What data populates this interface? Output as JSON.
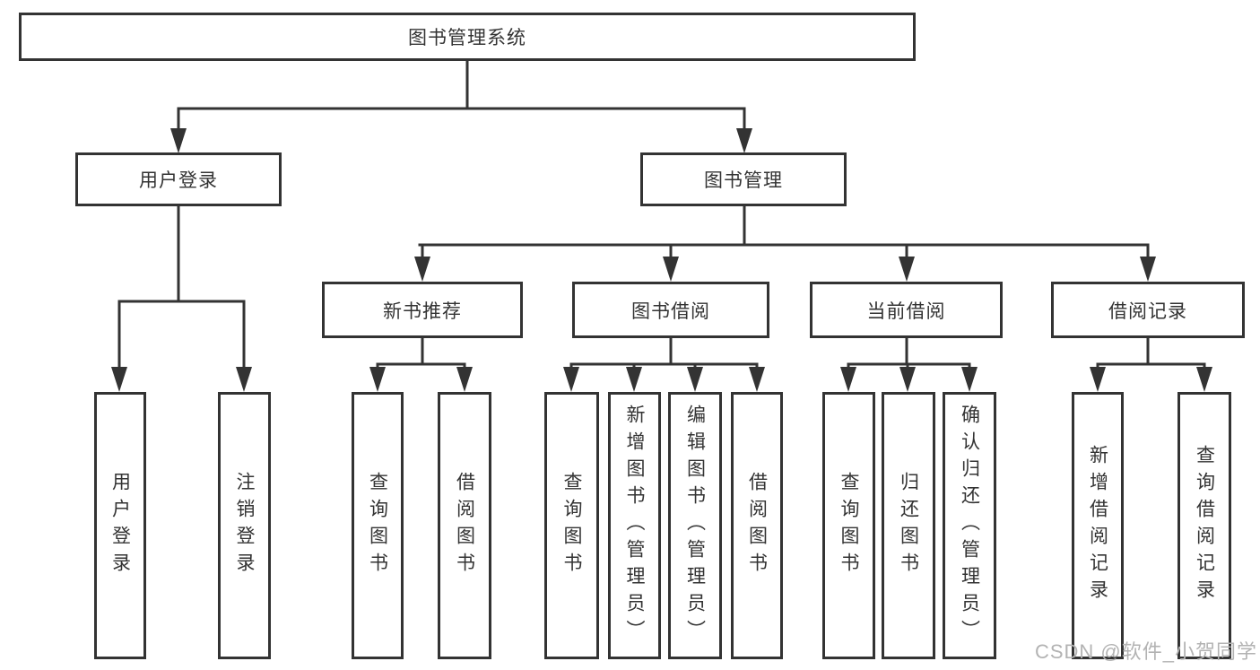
{
  "tree": {
    "root": {
      "label": "图书管理系统"
    },
    "branches": [
      {
        "label": "用户登录",
        "children": [
          {
            "label": "用户登录"
          },
          {
            "label": "注销登录"
          }
        ]
      },
      {
        "label": "图书管理",
        "children": [
          {
            "label": "新书推荐",
            "children": [
              {
                "label": "查询图书"
              },
              {
                "label": "借阅图书"
              }
            ]
          },
          {
            "label": "图书借阅",
            "children": [
              {
                "label": "查询图书"
              },
              {
                "label": "新增图书（管理员）"
              },
              {
                "label": "编辑图书（管理员）"
              },
              {
                "label": "借阅图书"
              }
            ]
          },
          {
            "label": "当前借阅",
            "children": [
              {
                "label": "查询图书"
              },
              {
                "label": "归还图书"
              },
              {
                "label": "确认归还（管理员）"
              }
            ]
          },
          {
            "label": "借阅记录",
            "children": [
              {
                "label": "新增借阅记录"
              },
              {
                "label": "查询借阅记录"
              }
            ]
          }
        ]
      }
    ]
  },
  "watermark": "CSDN @软件_小贺同学",
  "colors": {
    "line": "#333333",
    "text": "#333333",
    "background": "#ffffff",
    "watermark": "#b3b3b3"
  }
}
